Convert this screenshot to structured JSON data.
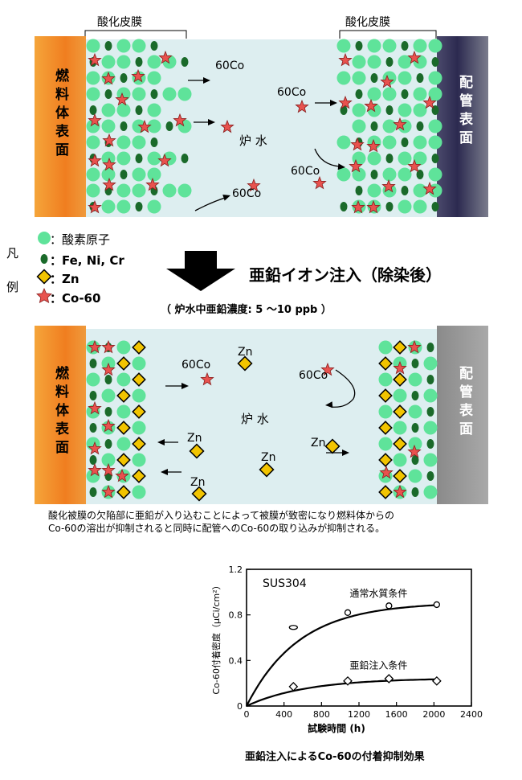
{
  "top": {
    "oxide_left": "酸化皮膜",
    "oxide_right": "酸化皮膜",
    "fuel": "燃料体表面",
    "pipe": "配管表面",
    "water": "炉 水",
    "co_labels": [
      "60Co",
      "60Co",
      "60Co",
      "60Co"
    ]
  },
  "legend": {
    "title": "凡例",
    "items": [
      {
        "text": "：酸素原子",
        "symbol": "oxygen"
      },
      {
        "text": "：Fe, Ni, Cr",
        "symbol": "metal"
      },
      {
        "text": "：Zn",
        "symbol": "zinc"
      },
      {
        "text": "：Co-60",
        "symbol": "cobalt"
      }
    ]
  },
  "injection": {
    "title": "亜鉛イオン注入（除染後）",
    "subtitle": "（ 炉水中亜鉛濃度: 5 ～10 ppb ）"
  },
  "bottom": {
    "fuel": "燃料体表面",
    "pipe": "配管表面",
    "water": "炉 水",
    "co_labels": [
      "60Co",
      "60Co"
    ],
    "zn_labels": [
      "Zn",
      "Zn",
      "Zn",
      "Zn",
      "Zn"
    ]
  },
  "caption": {
    "line1": "酸化被膜の欠陥部に亜鉛が入り込むことによって被膜が致密になり燃料体からの",
    "line2": "Co-60の溶出が抑制されると同時に配管へのCo-60の取り込みが抑制される。"
  },
  "chart_data": {
    "type": "line",
    "title": "SUS304",
    "xlabel": "試験時間 (h)",
    "ylabel": "Co-60付着密度（μCi/cm²）",
    "xlim": [
      0,
      2400
    ],
    "ylim": [
      0,
      1.2
    ],
    "xticks": [
      "0",
      "400",
      "800",
      "1200",
      "1600",
      "2000",
      "2400"
    ],
    "yticks": [
      "0",
      "0.4",
      "0.8",
      "1.2"
    ],
    "series": [
      {
        "name": "通常水質条件",
        "marker": "circle",
        "points": [
          [
            500,
            0.69
          ],
          [
            1080,
            0.82
          ],
          [
            1520,
            0.88
          ],
          [
            2030,
            0.89
          ]
        ]
      },
      {
        "name": "亜鉛注入条件",
        "marker": "diamond",
        "points": [
          [
            500,
            0.17
          ],
          [
            1080,
            0.22
          ],
          [
            1520,
            0.24
          ],
          [
            2030,
            0.22
          ]
        ]
      }
    ],
    "caption": "亜鉛注入によるCo-60の付着抑制効果"
  },
  "colors": {
    "oxygen": "#5fe39a",
    "metal": "#1a6a2a",
    "zinc": "#f2c400",
    "cobalt": "#e8524e"
  }
}
